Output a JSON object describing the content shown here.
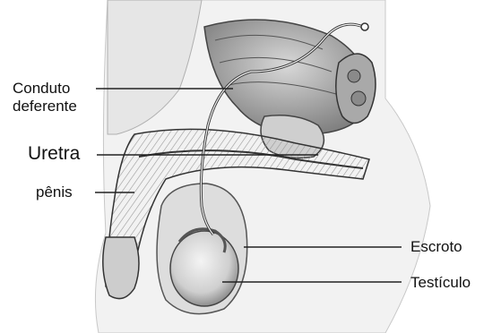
{
  "labels": {
    "vas_deferens_line1": "Conduto",
    "vas_deferens_line2": "deferente",
    "urethra": "Uretra",
    "penis": "pênis",
    "scrotum": "Escroto",
    "testicle": "Testículo"
  },
  "colors": {
    "line": "#222222",
    "tissue_dark": "#8a8a8a",
    "tissue_mid": "#bdbdbd",
    "tissue_light": "#e3e3e3",
    "background": "#ffffff"
  }
}
